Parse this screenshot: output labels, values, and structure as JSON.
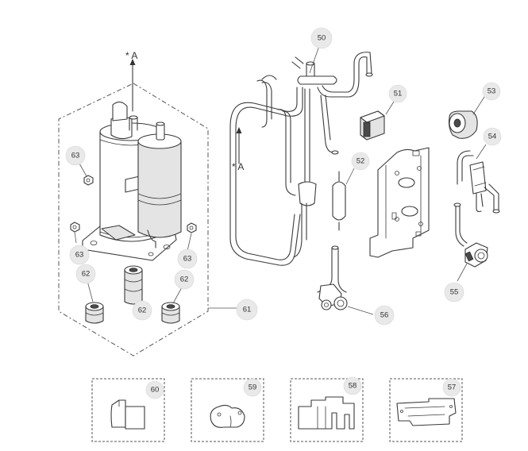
{
  "part_labels": {
    "p50": "50",
    "p51": "51",
    "p52": "52",
    "p53": "53",
    "p54": "54",
    "p55": "55",
    "p56": "56",
    "p57": "57",
    "p58": "58",
    "p59": "59",
    "p60": "60",
    "p61": "61",
    "p62a": "62",
    "p62b": "62",
    "p62c": "62",
    "p63a": "63",
    "p63b": "63",
    "p63c": "63"
  },
  "reference_marks": {
    "compressor_top": "* A",
    "pipe_left": "* A"
  },
  "colors": {
    "line": "#3a3a3a",
    "badge_fill": "#e9e9e9",
    "shading": "#e4e4e4"
  }
}
